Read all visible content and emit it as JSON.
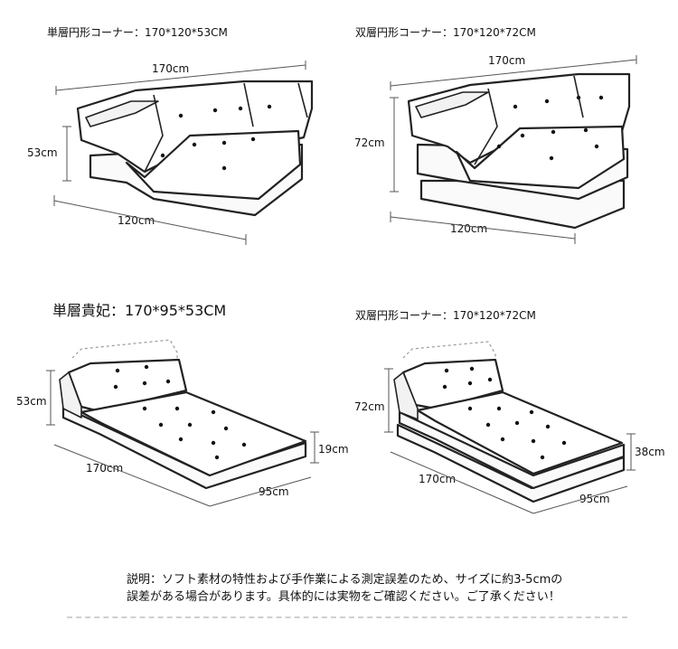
{
  "panels": [
    {
      "title": "単層円形コーナー：170*120*53CM",
      "top_dim": "170cm",
      "height_dim": "53cm",
      "bottom_dim": "120cm"
    },
    {
      "title": "双層円形コーナー：170*120*72CM",
      "top_dim": "170cm",
      "height_dim": "72cm",
      "bottom_dim": "120cm"
    },
    {
      "title": "単層貴妃：170*95*53CM",
      "height_dim": "53cm",
      "side_height_dim": "19cm",
      "length_dim": "170cm",
      "width_dim": "95cm"
    },
    {
      "title": "双層円形コーナー：170*120*72CM",
      "height_dim": "72cm",
      "side_height_dim": "38cm",
      "length_dim": "170cm",
      "width_dim": "95cm"
    }
  ],
  "note": {
    "line1": "説明：ソフト素材の特性および手作業による測定誤差のため、サイズに約3-5cmの",
    "line2": "誤差がある場合があります。具体的には実物をご確認ください。ご了承ください！"
  }
}
